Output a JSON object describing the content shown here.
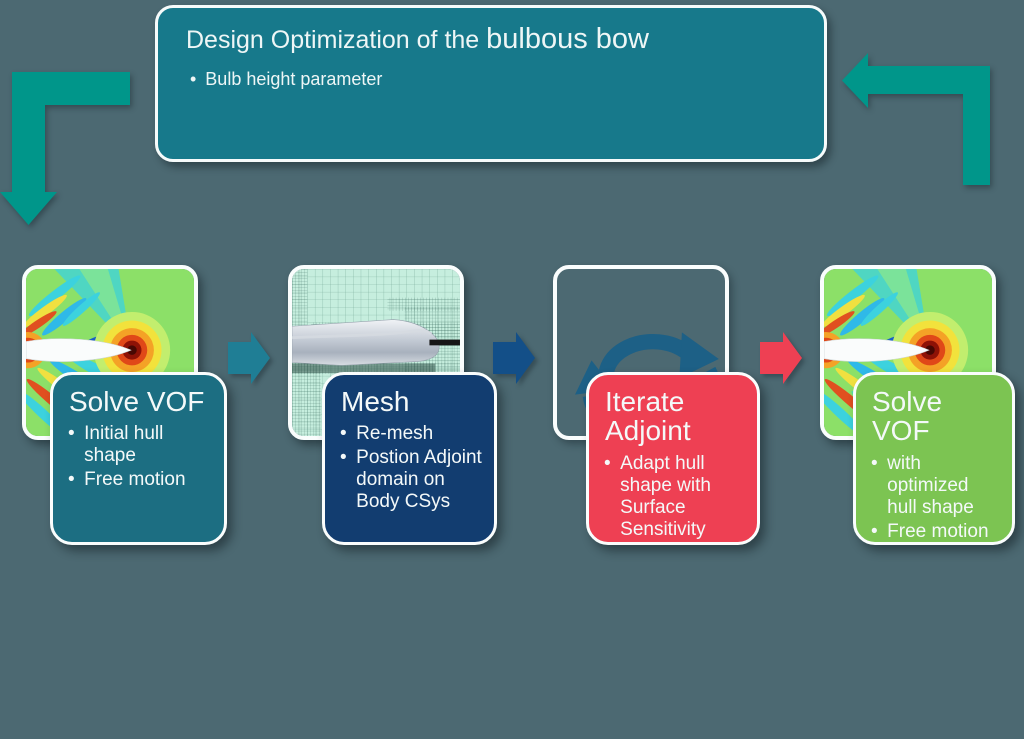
{
  "slide": {
    "background_color": "#4c6972",
    "loop_arrow_color": "#00968a",
    "title_box": {
      "color": "#17798b",
      "title_regular": "Design Optimization of the ",
      "title_emphasis": "bulbous bow",
      "bullet": "Bulb height parameter"
    },
    "steps": [
      {
        "title": "Solve VOF",
        "bullets": [
          "Initial hull shape",
          "Free motion"
        ],
        "color": "#1c6e82",
        "thumbnail": "cfd-wake-contour-plot",
        "connector_color": "#1f7e95"
      },
      {
        "title": "Mesh",
        "bullets": [
          "Re-mesh",
          "Postion Adjoint domain on Body CSys"
        ],
        "color": "#123d70",
        "thumbnail": "hull-mesh-refinement",
        "connector_color": "#134f88"
      },
      {
        "title": "Iterate Adjoint",
        "bullets": [
          "Adapt hull shape with Surface Sensitivity"
        ],
        "color": "#ee4053",
        "thumbnail": "iteration-cycle-icon",
        "connector_color": "#ee4053"
      },
      {
        "title": "Solve VOF",
        "bullets": [
          "with optimized hull shape",
          "Free motion"
        ],
        "color": "#7cc452",
        "thumbnail": "cfd-wake-contour-plot",
        "connector_color": null
      }
    ]
  }
}
